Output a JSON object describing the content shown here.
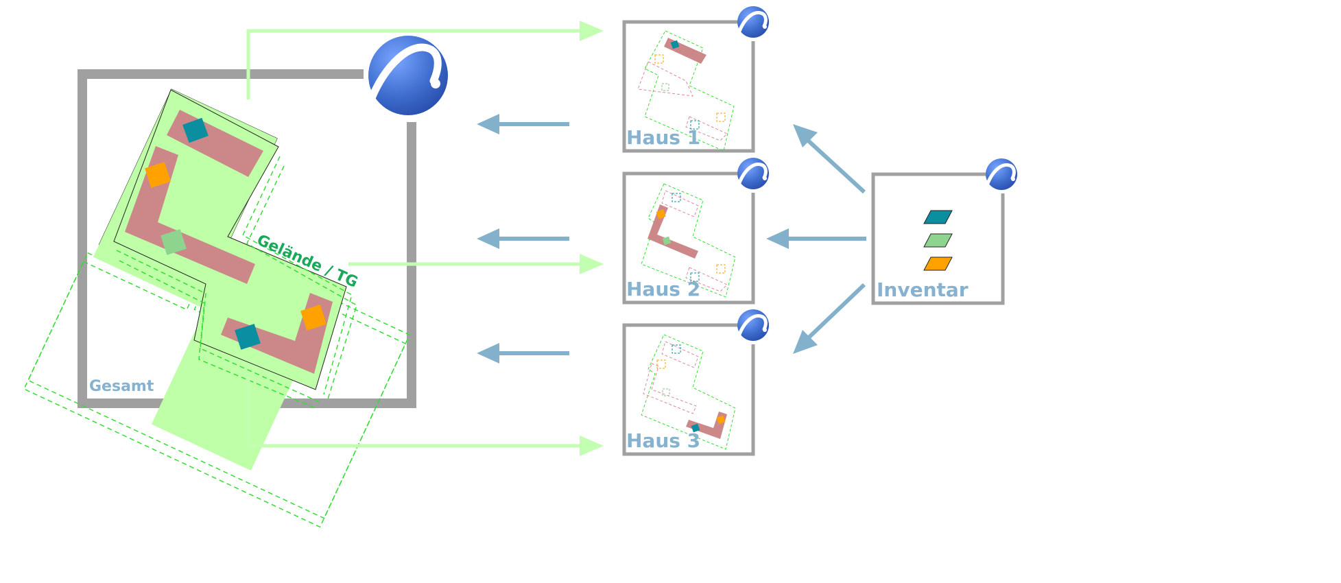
{
  "labels": {
    "gesamt": "Gesamt",
    "terrain": "Gelände / TG",
    "haus1": "Haus 1",
    "haus2": "Haus 2",
    "haus3": "Haus 3",
    "inventar": "Inventar"
  },
  "icons": {
    "app_logo": "archicad-logo-icon"
  },
  "colors": {
    "frame_gray": "#a0a0a0",
    "terrain_green": "#bfffa8",
    "terrain_dashed": "#33dd33",
    "building_rose": "#cc8888",
    "teal": "#0b8ea0",
    "orange": "#ffa200",
    "light_green": "#8ed48e",
    "label_blue": "#86b2cf",
    "label_green": "#1aa85a",
    "arrow_green": "#c3ffb0",
    "arrow_blue": "#83b1cb",
    "logo_blue": "#3f6fd0"
  }
}
